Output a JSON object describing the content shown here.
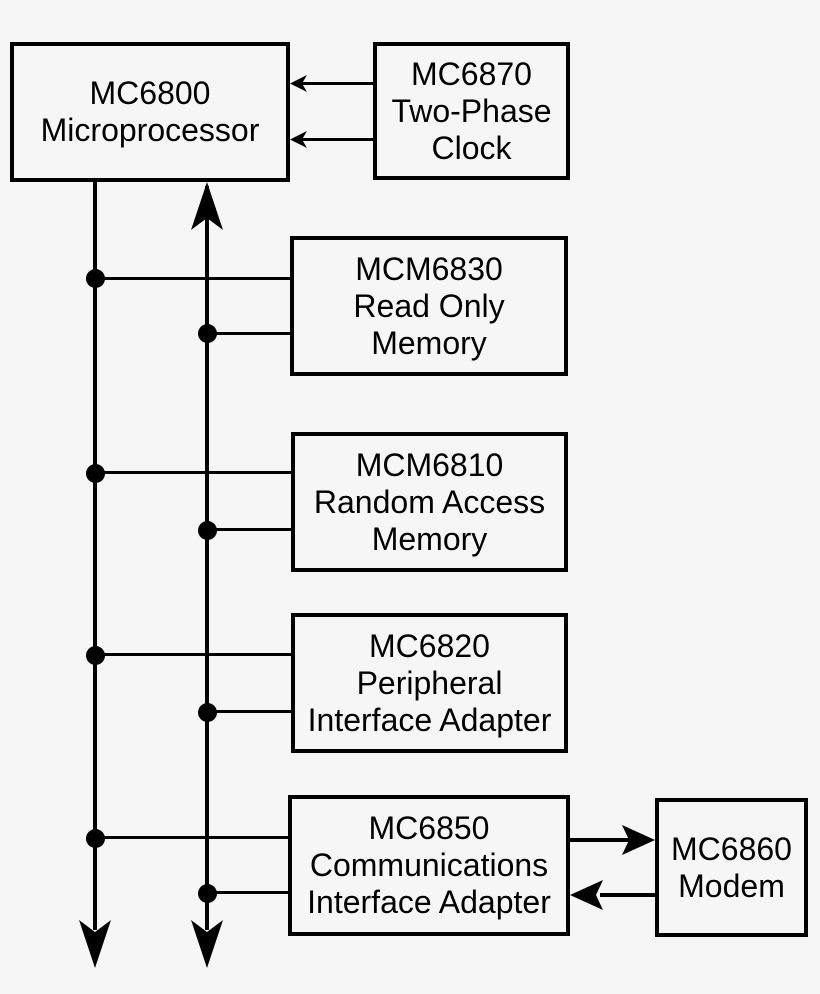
{
  "colors": {
    "background": "#f6f6f6",
    "line": "#000000",
    "text": "#000000"
  },
  "blocks": {
    "cpu": {
      "lines": [
        "MC6800",
        "Microprocessor"
      ]
    },
    "clock": {
      "lines": [
        "MC6870",
        "Two-Phase",
        "Clock"
      ]
    },
    "rom": {
      "lines": [
        "MCM6830",
        "Read Only",
        "Memory"
      ]
    },
    "ram": {
      "lines": [
        "MCM6810",
        "Random Access",
        "Memory"
      ]
    },
    "pia": {
      "lines": [
        "MC6820",
        "Peripheral",
        "Interface Adapter"
      ]
    },
    "acia": {
      "lines": [
        "MC6850",
        "Communications",
        "Interface Adapter"
      ]
    },
    "modem": {
      "lines": [
        "MC6860",
        "Modem"
      ]
    }
  }
}
